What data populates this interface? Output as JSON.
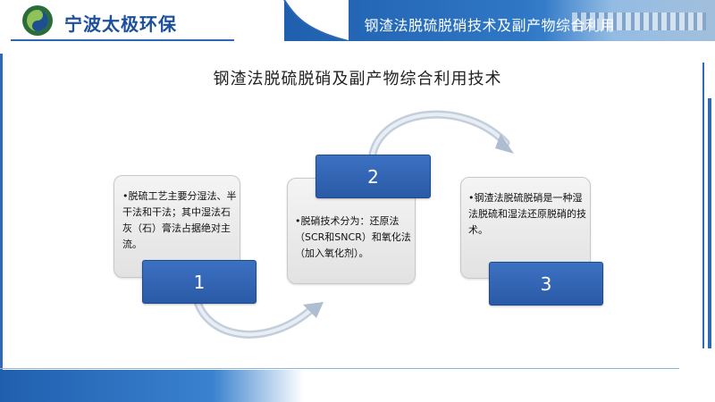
{
  "header": {
    "brand": "宁波太极环保",
    "slide_title": "钢渣法脱硫脱硝技术及副产物综合利用"
  },
  "main_title": "钢渣法脱硫脱硝及副产物综合利用技术",
  "steps": [
    {
      "number": "1",
      "text": "•脱硫工艺主要分湿法、半干法和干法；其中湿法石灰（石）膏法占据绝对主流。"
    },
    {
      "number": "2",
      "text": "•脱硝技术分为：还原法（SCR和SNCR）和氧化法（加入氧化剂）。"
    },
    {
      "number": "3",
      "text": "•钢渣法脱硫脱硝是一种湿法脱硫和湿法还原脱硝的技术。"
    }
  ],
  "colors": {
    "brand_blue": "#1c4f9c",
    "tile_blue": "#2a5aa6",
    "header_blue": "#1f5fae"
  },
  "icons": {
    "logo": "taiji-logo-icon",
    "arrow": "curved-arrow-icon"
  }
}
